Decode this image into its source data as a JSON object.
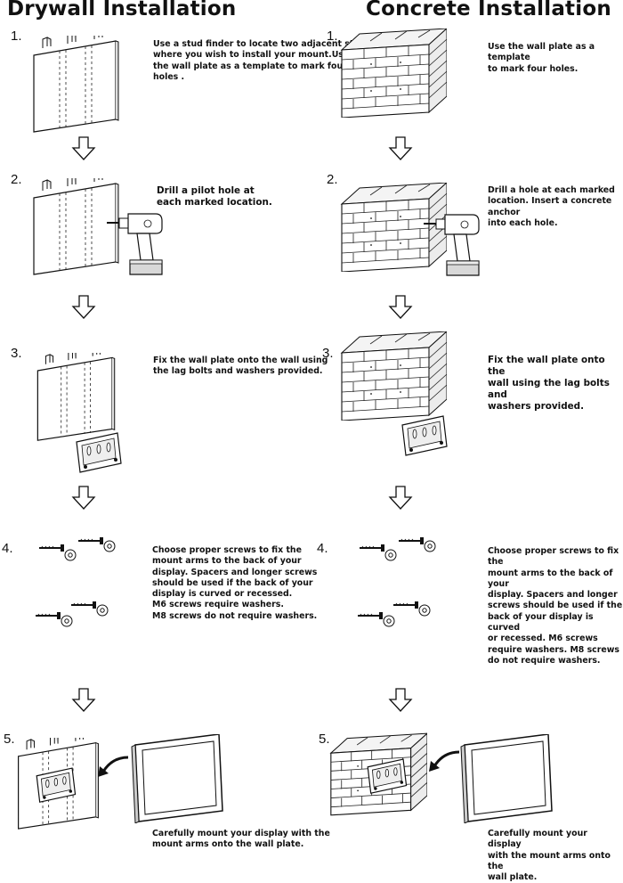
{
  "drywall": {
    "title": "Drywall Installation",
    "steps": [
      {
        "num": "1.",
        "text": "Use a stud finder to locate two adjacent studs\nwhere you wish to install your mount.Use\nthe wall plate as a template to mark four\nholes ."
      },
      {
        "num": "2.",
        "text": "Drill a  pilot hole at\neach marked location."
      },
      {
        "num": "3.",
        "text": "Fix the wall plate onto the wall using\nthe lag bolts and washers provided."
      },
      {
        "num": "4.",
        "text": "Choose proper screws to fix the\nmount arms to the back of your\ndisplay. Spacers and longer screws\nshould be used if the back of your\ndisplay is curved or recessed.\n M6 screws require  washers.\n M8 screws do not require washers."
      },
      {
        "num": "5.",
        "text": "Carefully mount your display with the\nmount arms onto the wall plate."
      }
    ]
  },
  "concrete": {
    "title": "Concrete Installation",
    "steps": [
      {
        "num": "1.",
        "text": "Use the wall plate as a template\nto mark four holes."
      },
      {
        "num": "2.",
        "text": "Drill a hole at each marked\nlocation. Insert a concrete anchor\ninto each hole."
      },
      {
        "num": "3.",
        "text": "Fix the wall plate onto the\nwall using the lag bolts and\nwashers provided."
      },
      {
        "num": "4.",
        "text": "Choose proper screws to fix the\nmount arms to the back of your\ndisplay. Spacers and longer\nscrews should be used if the\nback of your display is curved\nor recessed.  M6 screws\nrequire washers. M8  screws\ndo not require washers."
      },
      {
        "num": "5.",
        "text": "Carefully mount your display\nwith the mount arms onto the\nwall plate."
      }
    ]
  },
  "colors": {
    "ink": "#111111",
    "paper": "#ffffff"
  }
}
